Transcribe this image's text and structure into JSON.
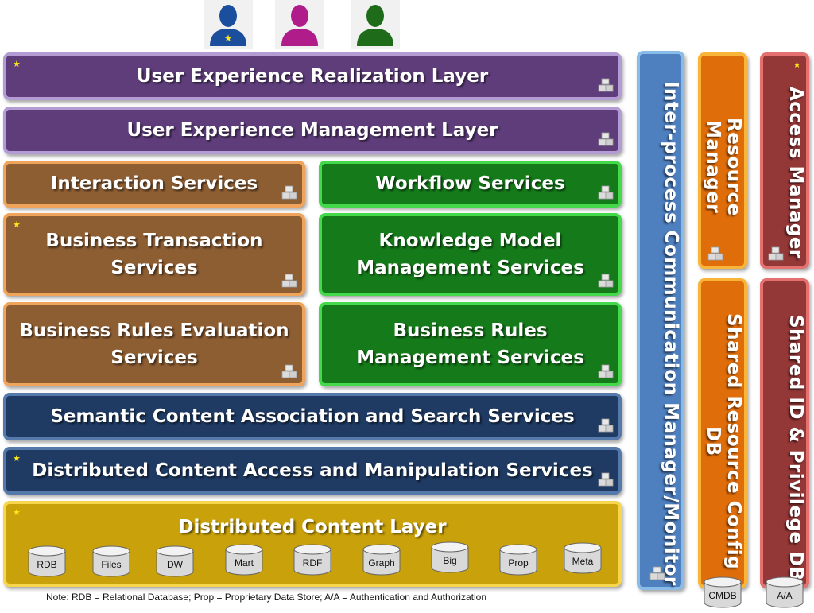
{
  "users": [
    {
      "color": "#1b4f9e",
      "badge": true,
      "icon": "user-blue-icon"
    },
    {
      "color": "#b01d8a",
      "badge": false,
      "icon": "user-magenta-icon"
    },
    {
      "color": "#1e6b1a",
      "badge": false,
      "icon": "user-green-icon"
    }
  ],
  "layers": {
    "ux_realization": "User Experience Realization Layer",
    "ux_management": "User Experience Management Layer",
    "interaction": "Interaction Services",
    "workflow": "Workflow Services",
    "btx_line1": "Business Transaction",
    "btx_line2": "Services",
    "kmm_line1": "Knowledge Model",
    "kmm_line2": "Management Services",
    "bre_line1": "Business Rules Evaluation",
    "bre_line2": "Services",
    "brm_line1": "Business Rules",
    "brm_line2": "Management Services",
    "semantic": "Semantic Content Association and Search Services",
    "dcam": "Distributed Content Access and Manipulation Services",
    "dcl": "Distributed Content Layer"
  },
  "stores": [
    "RDB",
    "Files",
    "DW",
    "Mart",
    "RDF",
    "Graph",
    "Big",
    "Prop",
    "Meta"
  ],
  "side": {
    "ipc": "Inter-process Communication Manager/Monitor",
    "resource_manager": "Resource Manager",
    "access_manager": "Access Manager",
    "shared_resource": "Shared Resource Config DB",
    "shared_id": "Shared ID & Privilege DB",
    "cmdb": "CMDB",
    "aa": "A/A"
  },
  "note": "Note: RDB = Relational Database;  Prop = Proprietary Data Store;   A/A = Authentication and Authorization",
  "colors": {
    "purple": "#5e3d7a",
    "brown": "#8e5e33",
    "green": "#157a1a",
    "navy": "#1f3b64",
    "gold": "#c9a10a",
    "blue": "#4e7fbe",
    "orange": "#df6d0a",
    "red": "#943737",
    "star": "#ffe619"
  }
}
